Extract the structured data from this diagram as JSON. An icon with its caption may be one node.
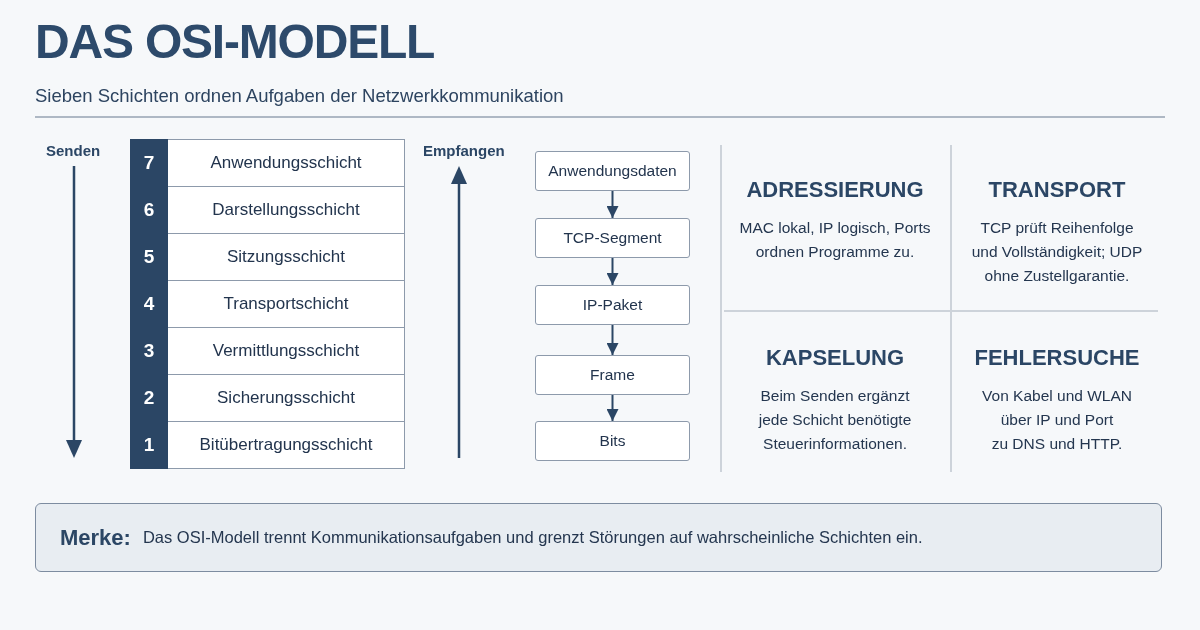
{
  "diagram": {
    "title": "DAS OSI-MODELL",
    "nodes": [
      {
        "text": [
          "7",
          "Anwendungsschicht"
        ]
      },
      {
        "text": [
          "6",
          "Darstellungsschicht"
        ]
      },
      {
        "text": [
          "5",
          "Sitzungsschicht"
        ]
      },
      {
        "text": [
          "4",
          "Transportschicht"
        ]
      },
      {
        "text": [
          "3",
          "Vermittlungsschicht"
        ]
      },
      {
        "text": [
          "2",
          "Sicherungsschicht"
        ]
      },
      {
        "text": [
          "1",
          "Bitübertragungsschicht"
        ]
      },
      {
        "text": [
          "Anwendungsdaten"
        ]
      },
      {
        "text": [
          "TCP-Segment"
        ]
      },
      {
        "text": [
          "IP-Paket"
        ]
      },
      {
        "text": [
          "Frame"
        ]
      },
      {
        "text": [
          "Bits"
        ]
      },
      {
        "text": [
          "Merke:",
          "Das OSI-Modell trennt Kommunikationsaufgaben und grenzt Störungen auf wahrscheinliche Schichten ein."
        ]
      }
    ],
    "edges": [
      {
        "from": 7,
        "to": 8,
        "arrow": "to"
      },
      {
        "from": 8,
        "to": 9,
        "arrow": "to"
      },
      {
        "from": 9,
        "to": 10,
        "arrow": "to"
      },
      {
        "from": 10,
        "to": 11,
        "arrow": "to"
      }
    ],
    "labels": [
      "Sieben Schichten ordnen Aufgaben der Netzwerkkommunikation",
      "Senden",
      "Empfangen",
      "ADRESSIERUNG",
      "MAC lokal, IP logisch, Ports ordnen Programme zu.",
      "TRANSPORT",
      "TCP prüft Reihenfolge und Vollständigkeit; UDP ohne Zustellgarantie.",
      "KAPSELUNG",
      "Beim Senden ergänzt jede Schicht benötigte Steuerinformationen.",
      "FEHLERSUCHE",
      "Von Kabel und WLAN über IP und Port zu DNS und HTTP."
    ]
  }
}
